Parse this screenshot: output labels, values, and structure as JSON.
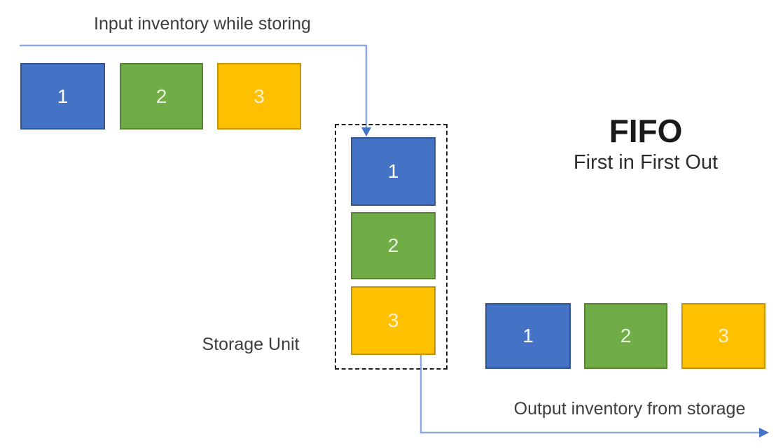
{
  "heading": {
    "title": "FIFO",
    "subtitle": "First in First Out"
  },
  "flow_labels": {
    "input": "Input inventory while storing",
    "storage_unit": "Storage Unit",
    "output": "Output inventory from storage"
  },
  "colors": {
    "box_blue": "#4472C4",
    "box_green": "#70AD47",
    "box_yellow": "#FFC000",
    "connector_line": "#8EA9DB",
    "arrowhead": "#4472C4",
    "dashed_outline": "#1f1f1f"
  },
  "input_boxes": [
    {
      "label": "1",
      "color": "#4472C4"
    },
    {
      "label": "2",
      "color": "#70AD47"
    },
    {
      "label": "3",
      "color": "#FFC000"
    }
  ],
  "storage_boxes": [
    {
      "label": "1",
      "color": "#4472C4"
    },
    {
      "label": "2",
      "color": "#70AD47"
    },
    {
      "label": "3",
      "color": "#FFC000"
    }
  ],
  "output_boxes": [
    {
      "label": "1",
      "color": "#4472C4"
    },
    {
      "label": "2",
      "color": "#70AD47"
    },
    {
      "label": "3",
      "color": "#FFC000"
    }
  ]
}
